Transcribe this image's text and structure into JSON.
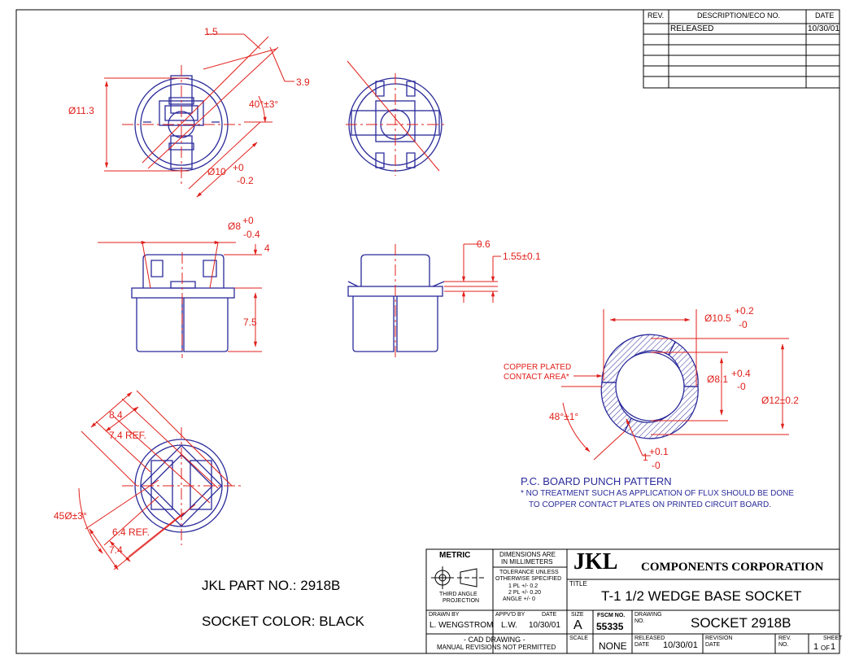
{
  "revision_block": {
    "headers": {
      "rev": "REV.",
      "description": "DESCRIPTION/ECO NO.",
      "date": "DATE"
    },
    "rows": [
      {
        "rev": "",
        "description": "RELEASED",
        "date": "10/30/01"
      }
    ]
  },
  "dimensions": {
    "top_left_1_5": "1.5",
    "top_left_3_9": "3.9",
    "top_left_angle": "40°±3°",
    "top_left_dia_11_3": "Ø11.3",
    "top_left_dia_10": "Ø10",
    "top_left_dia_10_plus": "+0",
    "top_left_dia_10_minus": "-0.2",
    "side_dia_8": "Ø8",
    "side_dia_8_plus": "+0",
    "side_dia_8_minus": "-0.4",
    "side_4": "4",
    "side_7_5": "7.5",
    "side2_0_6": "0.6",
    "side2_1_55": "1.55±0.1",
    "bottom_8_4": "8.4",
    "bottom_7_4_ref": "7.4 REF.",
    "bottom_45": "45Ø±3°",
    "bottom_6_4_ref": "6.4 REF.",
    "bottom_7_4": "7.4",
    "pcb_dia_10_5": "Ø10.5",
    "pcb_dia_10_5_plus": "+0.2",
    "pcb_dia_10_5_minus": "-0",
    "pcb_dia_8_1": "Ø8.1",
    "pcb_dia_8_1_plus": "+0.4",
    "pcb_dia_8_1_minus": "-0",
    "pcb_dia_12": "Ø12±0.2",
    "pcb_48": "48°±1°",
    "pcb_1": "1",
    "pcb_1_plus": "+0.1",
    "pcb_1_minus": "-0",
    "copper_line1": "COPPER PLATED",
    "copper_line2": "CONTACT AREA*"
  },
  "notes": {
    "pcb_title": "P.C. BOARD PUNCH PATTERN",
    "pcb_note_1": "*  NO TREATMENT SUCH AS APPLICATION OF FLUX SHOULD BE DONE",
    "pcb_note_2": "TO COPPER CONTACT PLATES ON PRINTED CIRCUIT BOARD.",
    "part_no": "JKL PART NO.:  2918B",
    "socket_color": "SOCKET COLOR:  BLACK"
  },
  "title_block": {
    "metric": "METRIC",
    "third_angle_1": "THIRD ANGLE",
    "third_angle_2": "PROJECTION",
    "dims_are_1": "DIMENSIONS ARE",
    "dims_are_2": "IN MILLIMETERS",
    "tol_1": "TOLERANCE UNLESS",
    "tol_2": "OTHERWISE SPECIFIED",
    "tol_3": "1 PL +/-  0.2",
    "tol_4": "2 PL +/-  0.20",
    "tol_5": "ANGLE +/-  0",
    "company_jkl": "JKL",
    "company_name": "COMPONENTS  CORPORATION",
    "title_label": "TITLE",
    "title_value": "T-1 1/2 WEDGE BASE SOCKET",
    "drawn_by_label": "DRAWN BY",
    "drawn_by_value": "L. WENGSTROM",
    "appvd_label": "APPV'D BY",
    "appvd_value": "L.W.",
    "appvd_date_label": "DATE",
    "appvd_date_value": "10/30/01",
    "size_label": "SIZE",
    "size_value": "A",
    "fscm_label": "FSCM NO.",
    "fscm_value": "55335",
    "drawing_no_label_1": "DRAWING",
    "drawing_no_label_2": "NO.",
    "drawing_no_value": "SOCKET 2918B",
    "cad_1": "- CAD DRAWING -",
    "cad_2": "MANUAL REVISIONS NOT PERMITTED",
    "scale_label": "SCALE",
    "scale_value": "NONE",
    "released_label_1": "RELEASED",
    "released_label_2": "DATE",
    "released_value": "10/30/01",
    "revision_label_1": "REVISION",
    "revision_label_2": "DATE",
    "rev_label_1": "REV.",
    "rev_label_2": "NO.",
    "sheet_label": "SHEET",
    "sheet_num": "1",
    "sheet_of": "OF",
    "sheet_total": "1"
  }
}
